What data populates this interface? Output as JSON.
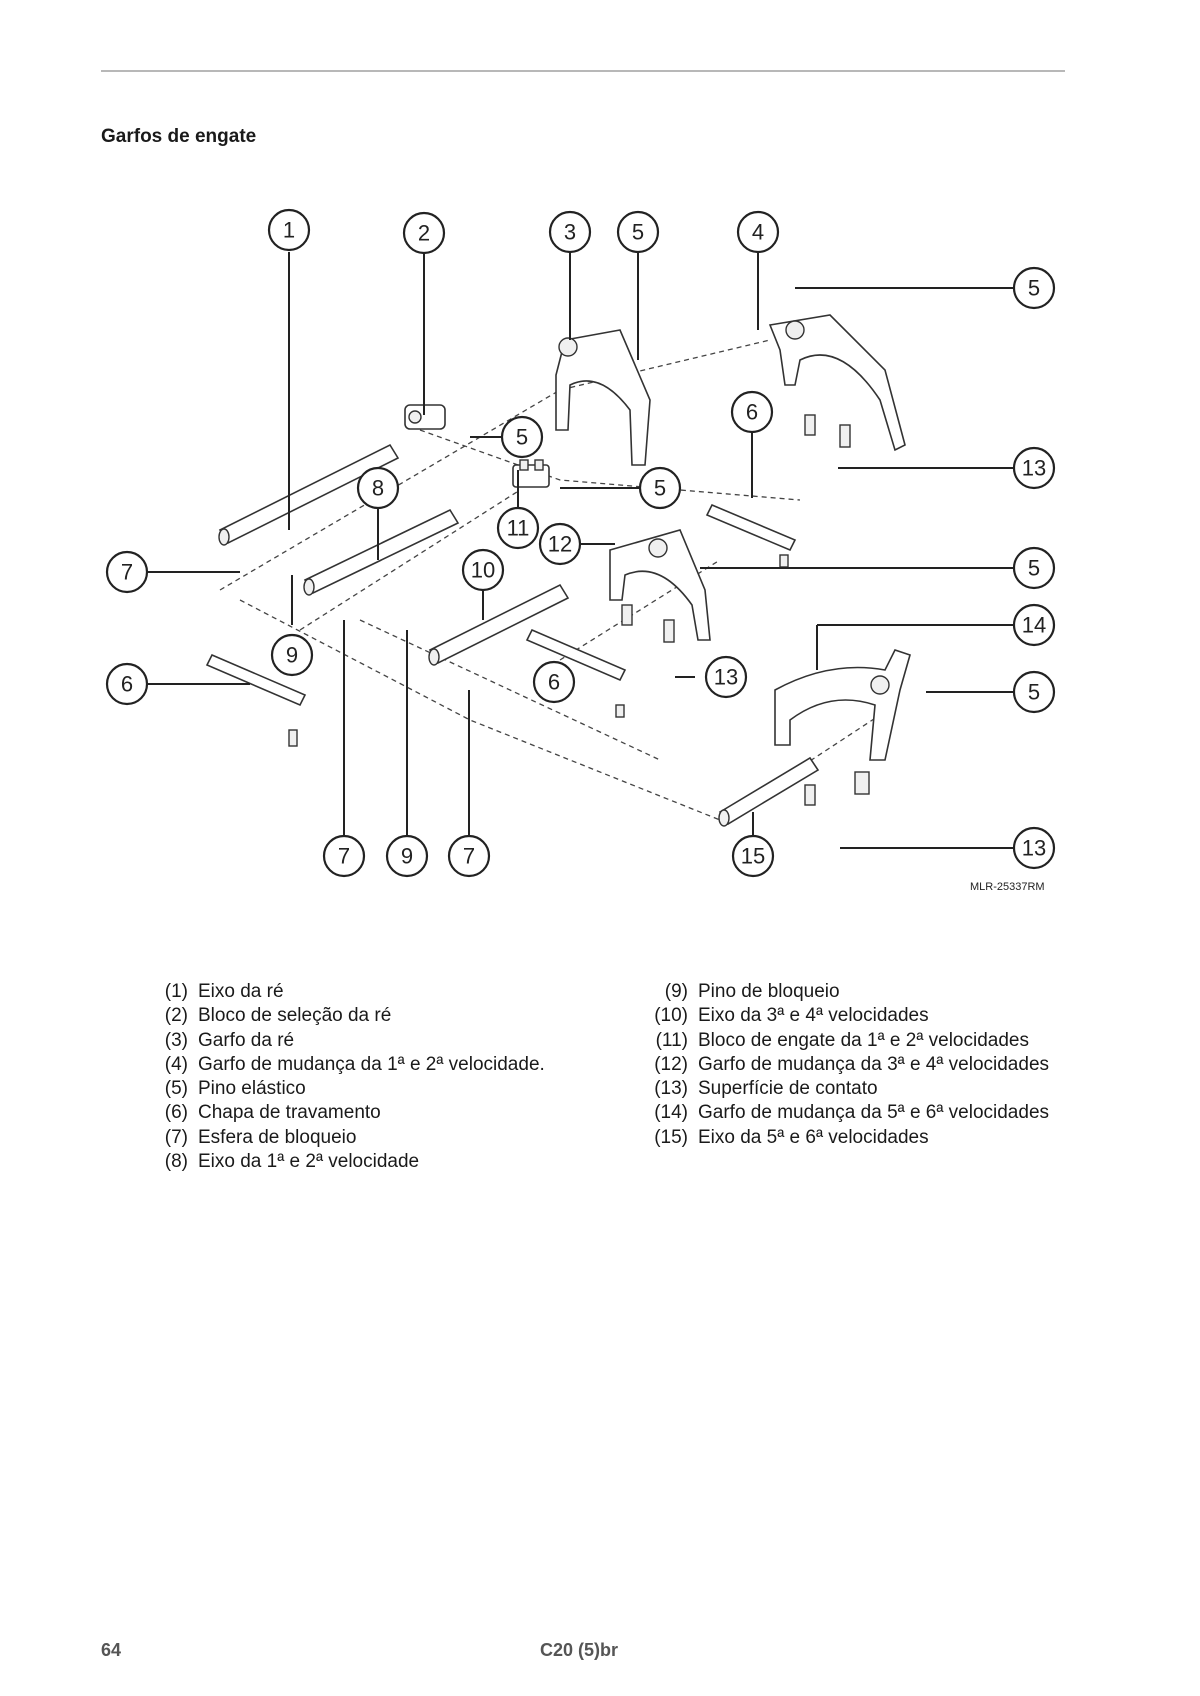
{
  "section_title": "Garfos de engate",
  "figure": {
    "code": "MLR-25337RM",
    "callouts": [
      "1",
      "2",
      "3",
      "5",
      "4",
      "5",
      "5",
      "6",
      "5",
      "13",
      "8",
      "11",
      "12",
      "7",
      "10",
      "5",
      "14",
      "9",
      "6",
      "6",
      "13",
      "5",
      "13",
      "7",
      "9",
      "7",
      "15"
    ]
  },
  "legend": {
    "left": [
      {
        "num": "(1)",
        "text": "Eixo da ré"
      },
      {
        "num": "(2)",
        "text": "Bloco de seleção da ré"
      },
      {
        "num": "(3)",
        "text": "Garfo da ré"
      },
      {
        "num": "(4)",
        "text": "Garfo de mudança da 1ª e 2ª velocidade."
      },
      {
        "num": "(5)",
        "text": "Pino elástico"
      },
      {
        "num": "(6)",
        "text": "Chapa de travamento"
      },
      {
        "num": "(7)",
        "text": "Esfera de bloqueio"
      },
      {
        "num": "(8)",
        "text": "Eixo da 1ª e 2ª velocidade"
      }
    ],
    "right": [
      {
        "num": "(9)",
        "text": "Pino de bloqueio"
      },
      {
        "num": "(10)",
        "text": "Eixo da 3ª e 4ª velocidades"
      },
      {
        "num": "(11)",
        "text": "Bloco de engate da 1ª e 2ª velocidades"
      },
      {
        "num": "(12)",
        "text": "Garfo de mudança da 3ª e 4ª velocidades"
      },
      {
        "num": "(13)",
        "text": "Superfície de contato"
      },
      {
        "num": "(14)",
        "text": "Garfo de mudança da 5ª e 6ª velocidades"
      },
      {
        "num": "(15)",
        "text": "Eixo da 5ª e 6ª velocidades"
      }
    ]
  },
  "footer": {
    "page_number": "64",
    "doc_code": "C20 (5)br"
  }
}
